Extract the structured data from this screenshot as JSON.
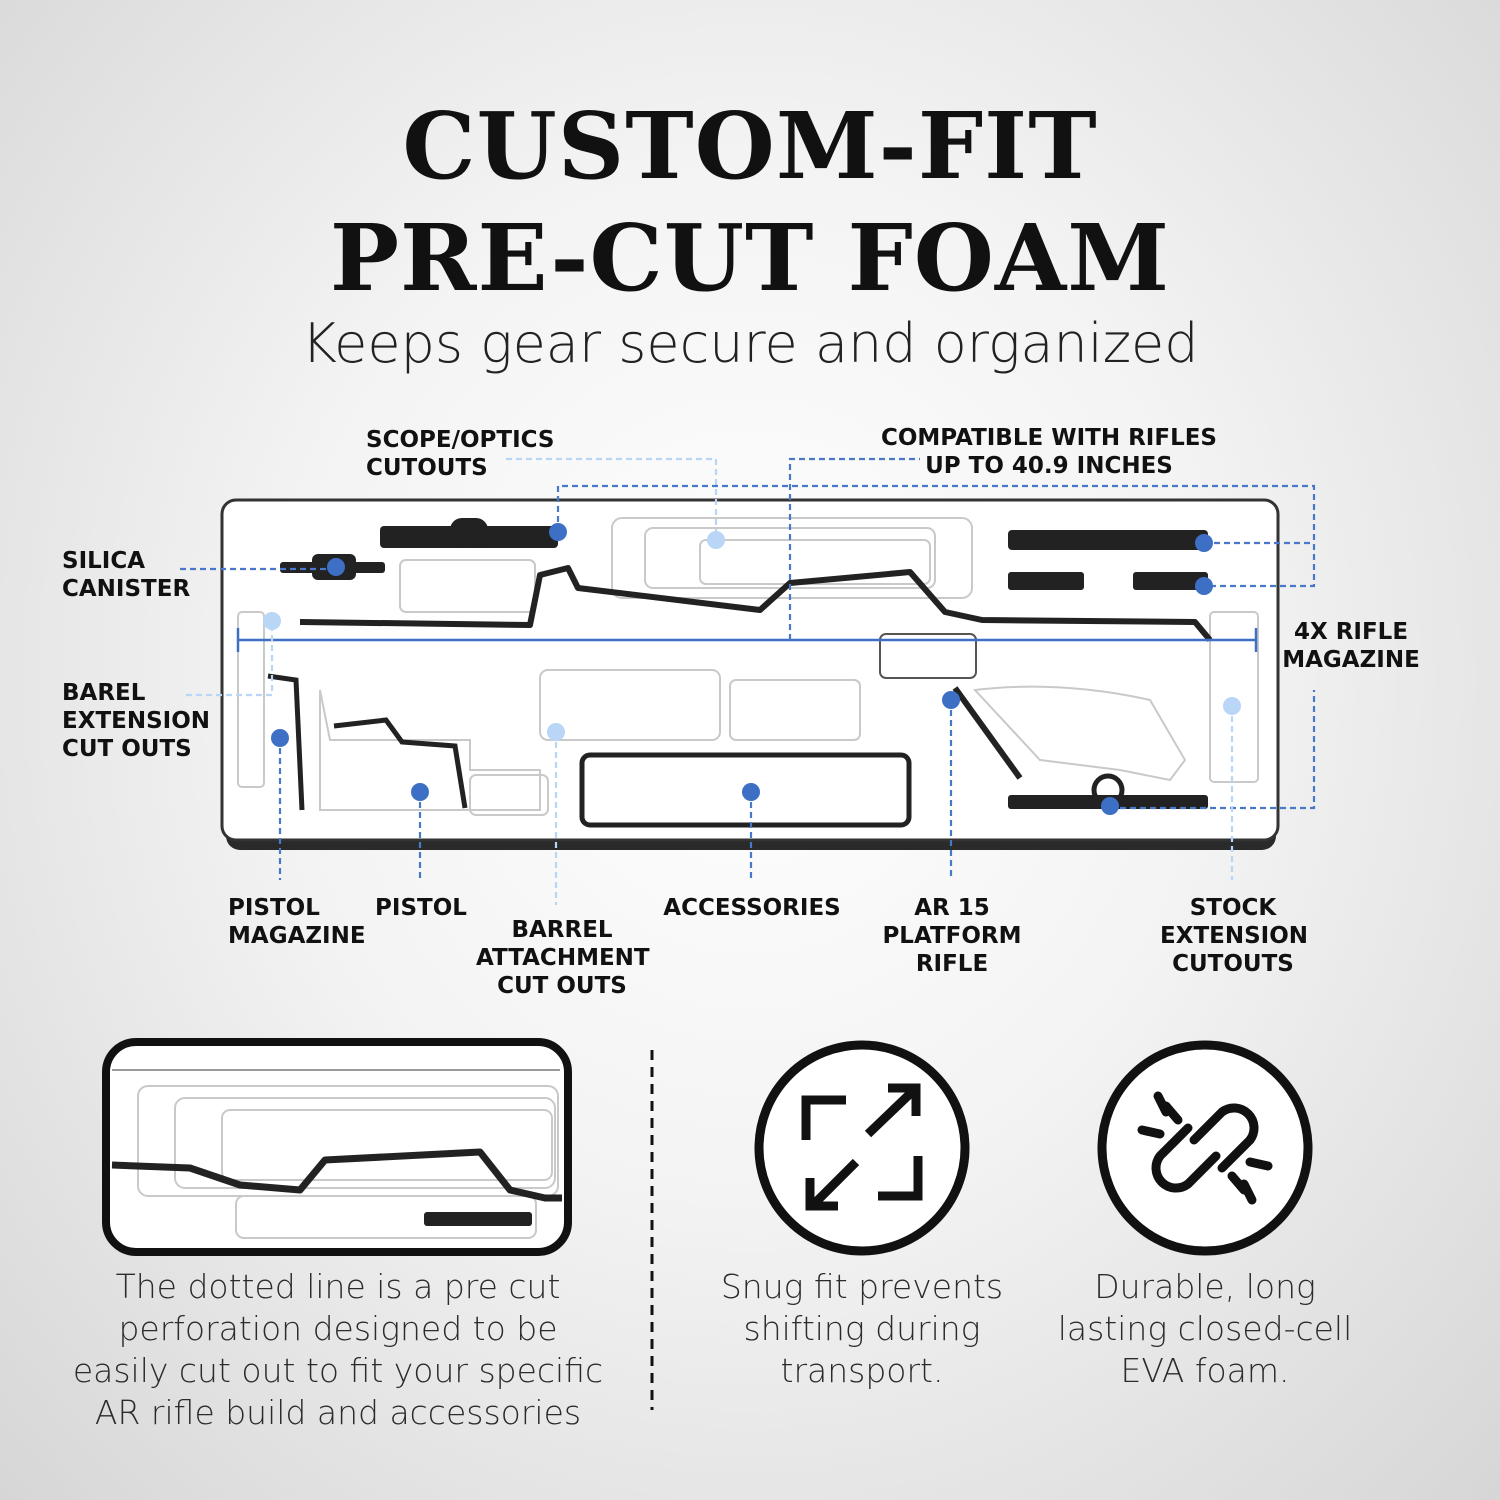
{
  "header": {
    "title_line1": "CUSTOM-FIT",
    "title_line2": "PRE-CUT FOAM",
    "subtitle": "Keeps gear secure and organized"
  },
  "labels": {
    "scope": [
      "SCOPE/OPTICS",
      "CUTOUTS"
    ],
    "compatible": [
      "COMPATIBLE WITH RIFLES",
      "UP TO 40.9 INCHES"
    ],
    "silica": [
      "SILICA",
      "CANISTER"
    ],
    "barrel_ext": [
      "BAREL",
      "EXTENSION",
      "CUT OUTS"
    ],
    "rifle_mag": [
      "4X RIFLE",
      "MAGAZINE"
    ],
    "pistol_mag": [
      "PISTOL",
      "MAGAZINE"
    ],
    "pistol": [
      "PISTOL"
    ],
    "barrel_attach": [
      "BARREL",
      "ATTACHMENT",
      "CUT OUTS"
    ],
    "accessories": [
      "ACCESSORIES"
    ],
    "ar15": [
      "AR 15",
      "PLATFORM",
      "RIFLE"
    ],
    "stock": [
      "STOCK",
      "EXTENSION",
      "CUTOUTS"
    ]
  },
  "features": {
    "perforation_text": [
      "The dotted line is a pre cut",
      "perforation designed to be",
      "easily cut out to fit your specific",
      "AR rifle build and accessories"
    ],
    "snug_text": [
      "Snug fit prevents",
      "shifting during",
      "transport."
    ],
    "durable_text": [
      "Durable, long",
      "lasting closed-cell",
      "EVA foam."
    ]
  },
  "icons": {
    "expand": "expand-arrows-icon",
    "chain": "broken-chain-icon"
  },
  "colors": {
    "marker_dark": "#3d6fc4",
    "marker_light": "#b9d6f7",
    "leader_line": "#4a78c9"
  }
}
